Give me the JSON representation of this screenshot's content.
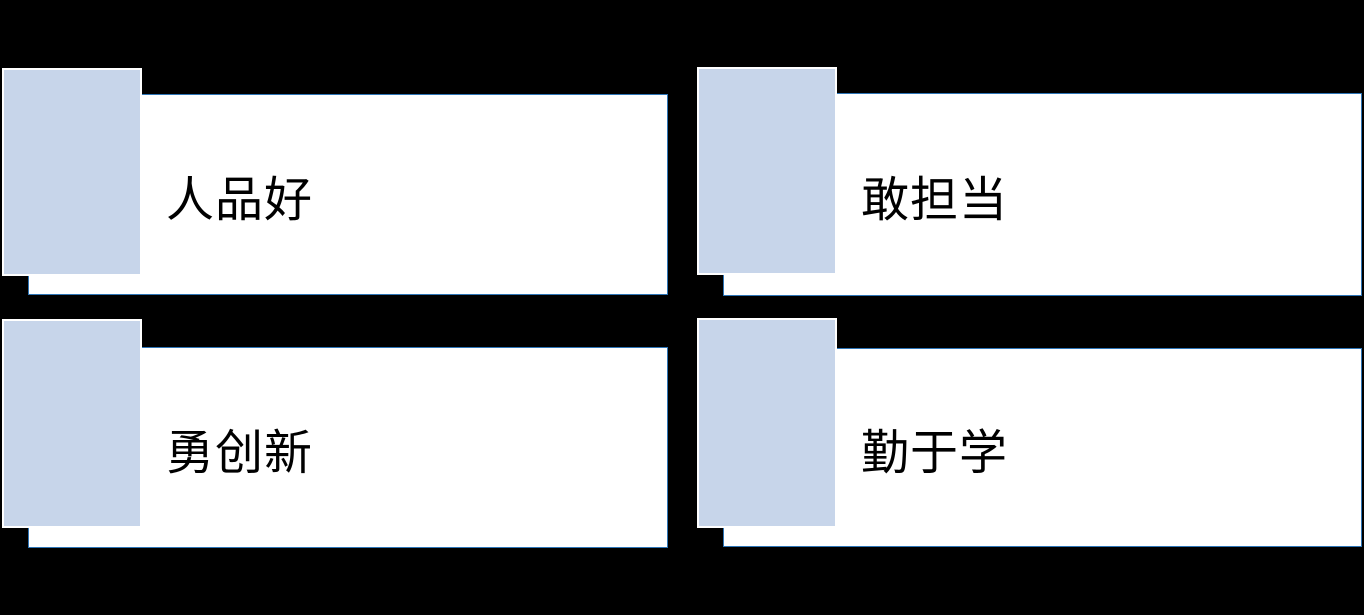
{
  "colors": {
    "background": "#000000",
    "card_border": "#2e75b6",
    "accent_fill": "#c7d5ea",
    "accent_border": "#ffffff",
    "text": "#000000",
    "card_bg": "#ffffff"
  },
  "cards": [
    {
      "label": "人品好"
    },
    {
      "label": "敢担当"
    },
    {
      "label": "勇创新"
    },
    {
      "label": "勤于学"
    }
  ]
}
